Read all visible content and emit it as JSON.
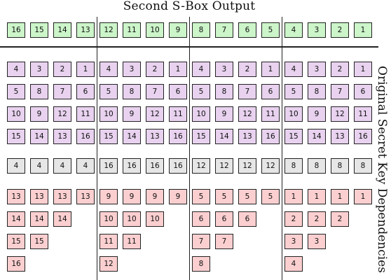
{
  "title": "Second S-Box Output",
  "side_label": "Original Secret Key Dependencies",
  "colors": {
    "output": "#ccf5c9",
    "key": "#e8d2ef",
    "gray": "#e6e6e6",
    "dep": "#fbcfd0"
  },
  "output_row": [
    "16",
    "15",
    "14",
    "13",
    "12",
    "11",
    "10",
    "9",
    "8",
    "7",
    "6",
    "5",
    "4",
    "3",
    "2",
    "1"
  ],
  "key_rows": [
    [
      "4",
      "3",
      "2",
      "1"
    ],
    [
      "5",
      "8",
      "7",
      "6"
    ],
    [
      "10",
      "9",
      "12",
      "11"
    ],
    [
      "15",
      "14",
      "13",
      "16"
    ]
  ],
  "gray_row": [
    "4",
    "4",
    "4",
    "4",
    "16",
    "16",
    "16",
    "16",
    "12",
    "12",
    "12",
    "12",
    "8",
    "8",
    "8",
    "8"
  ],
  "dep_groups": [
    [
      [
        "13",
        "13",
        "13",
        "13"
      ],
      [
        "14",
        "14",
        "14"
      ],
      [
        "15",
        "15"
      ],
      [
        "16"
      ]
    ],
    [
      [
        "9",
        "9",
        "9",
        "9"
      ],
      [
        "10",
        "10",
        "10"
      ],
      [
        "11",
        "11"
      ],
      [
        "12"
      ]
    ],
    [
      [
        "5",
        "5",
        "5",
        "5"
      ],
      [
        "6",
        "6",
        "6"
      ],
      [
        "7",
        "7"
      ],
      [
        "8"
      ]
    ],
    [
      [
        "1",
        "1",
        "1",
        "1"
      ],
      [
        "2",
        "2",
        "2"
      ],
      [
        "3",
        "3"
      ],
      [
        "4"
      ]
    ]
  ]
}
